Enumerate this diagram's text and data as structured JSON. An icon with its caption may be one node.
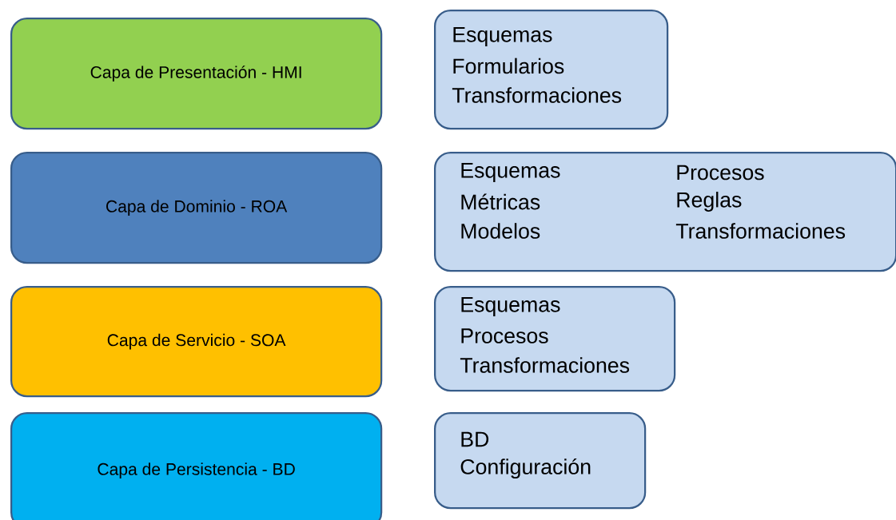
{
  "diagram": {
    "nodes": [
      {
        "text": [
          "Capa de Presentación - HMI"
        ]
      },
      {
        "text": [
          "Esquemas",
          "Formularios",
          "Transformaciones"
        ]
      },
      {
        "text": [
          "Capa de Dominio - ROA"
        ]
      },
      {
        "text": [
          "Esquemas",
          "Métricas",
          "Modelos",
          "Procesos",
          "Reglas",
          "Transformaciones"
        ]
      },
      {
        "text": [
          "Capa de Servicio - SOA"
        ]
      },
      {
        "text": [
          "Esquemas",
          "Procesos",
          "Transformaciones"
        ]
      },
      {
        "text": [
          "Capa de Persistencia - BD"
        ]
      },
      {
        "text": [
          "BD",
          "Configuración"
        ]
      }
    ]
  }
}
